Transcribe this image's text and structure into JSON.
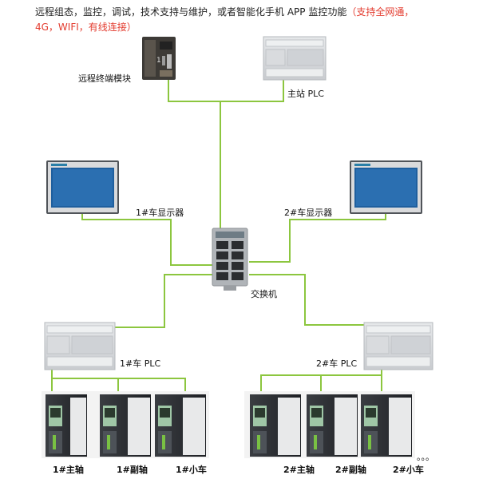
{
  "intro": {
    "text": "远程组态，监控，调试，技术支持与维护，或者智能化手机 APP 监控功能",
    "highlight_a": "（支持全网通，",
    "highlight_b": "4G，WIFI，有线连接）"
  },
  "labels": {
    "remote_module": "远程终端模块",
    "master_plc": "主站 PLC",
    "hmi_1": "1#车显示器",
    "hmi_2": "2#车显示器",
    "switch": "交换机",
    "plc_1": "1#车 PLC",
    "plc_2": "2#车 PLC",
    "drive_1_main": "1#主轴",
    "drive_1_aux": "1#副轴",
    "drive_1_trolley": "1#小车",
    "drive_2_main": "2#主轴",
    "drive_2_aux": "2#副轴",
    "drive_2_trolley": "2#小车",
    "ellipsis": "。。。"
  },
  "colors": {
    "link": "#8cc63f",
    "device_gray": "#d4d6d9",
    "screen_blue": "#1f5f9e",
    "text": "#111111",
    "highlight": "#e33b2e"
  }
}
